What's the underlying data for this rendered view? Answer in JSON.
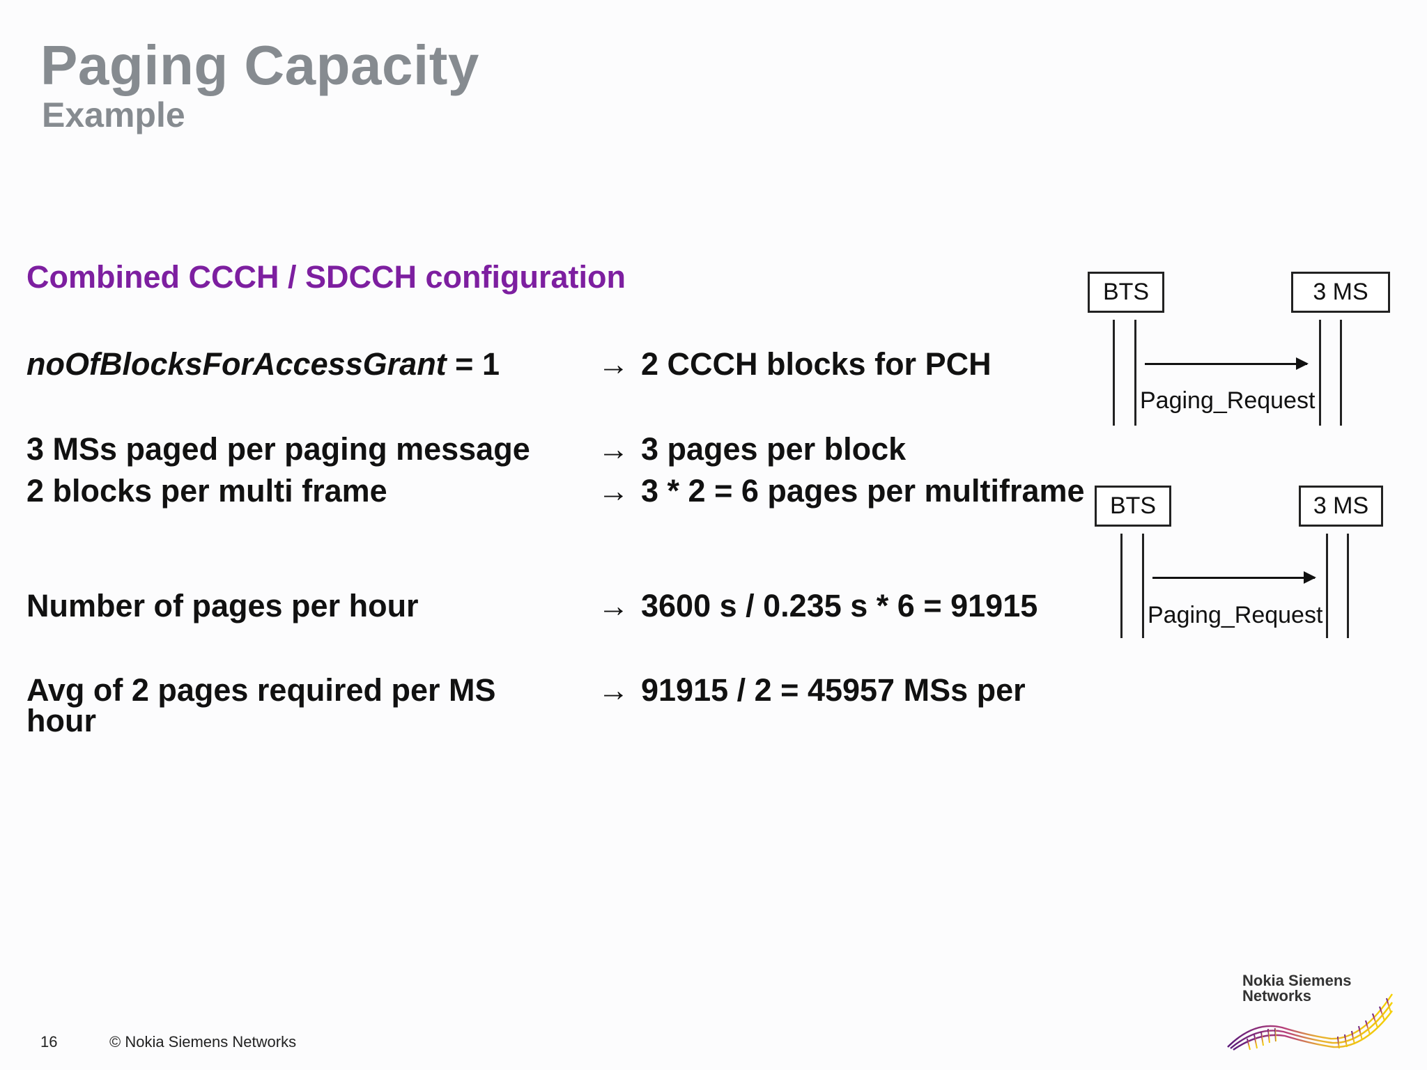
{
  "header": {
    "title": "Paging Capacity",
    "subtitle": "Example"
  },
  "content": {
    "config_heading": "Combined CCCH / SDCCH configuration",
    "rows": [
      {
        "param_name": "noOfBlocksForAccessGrant",
        "param_suffix": " = 1",
        "arrow": "→",
        "result": "2 CCCH blocks for PCH"
      },
      {
        "label": "3 MSs paged per paging message",
        "arrow": "→",
        "result": "3 pages per block"
      },
      {
        "label": "2 blocks per multi frame",
        "arrow": "→",
        "result": "3 * 2 = 6 pages per multiframe"
      },
      {
        "label": "Number of pages per hour",
        "arrow": "→",
        "result": "3600 s / 0.235 s * 6 = 91915"
      },
      {
        "label_line1": "Avg of 2 pages required per MS",
        "label_line2": "hour",
        "arrow": "→",
        "result": "91915 / 2 = 45957 MSs per"
      }
    ]
  },
  "diagram": {
    "sequences": [
      {
        "left_entity": "BTS",
        "right_entity": "3 MS",
        "message": "Paging_Request"
      },
      {
        "left_entity": "BTS",
        "right_entity": "3 MS",
        "message": "Paging_Request"
      }
    ]
  },
  "footer": {
    "page_number": "16",
    "copyright": "© Nokia Siemens Networks"
  },
  "logo": {
    "line1": "Nokia Siemens",
    "line2": "Networks"
  }
}
